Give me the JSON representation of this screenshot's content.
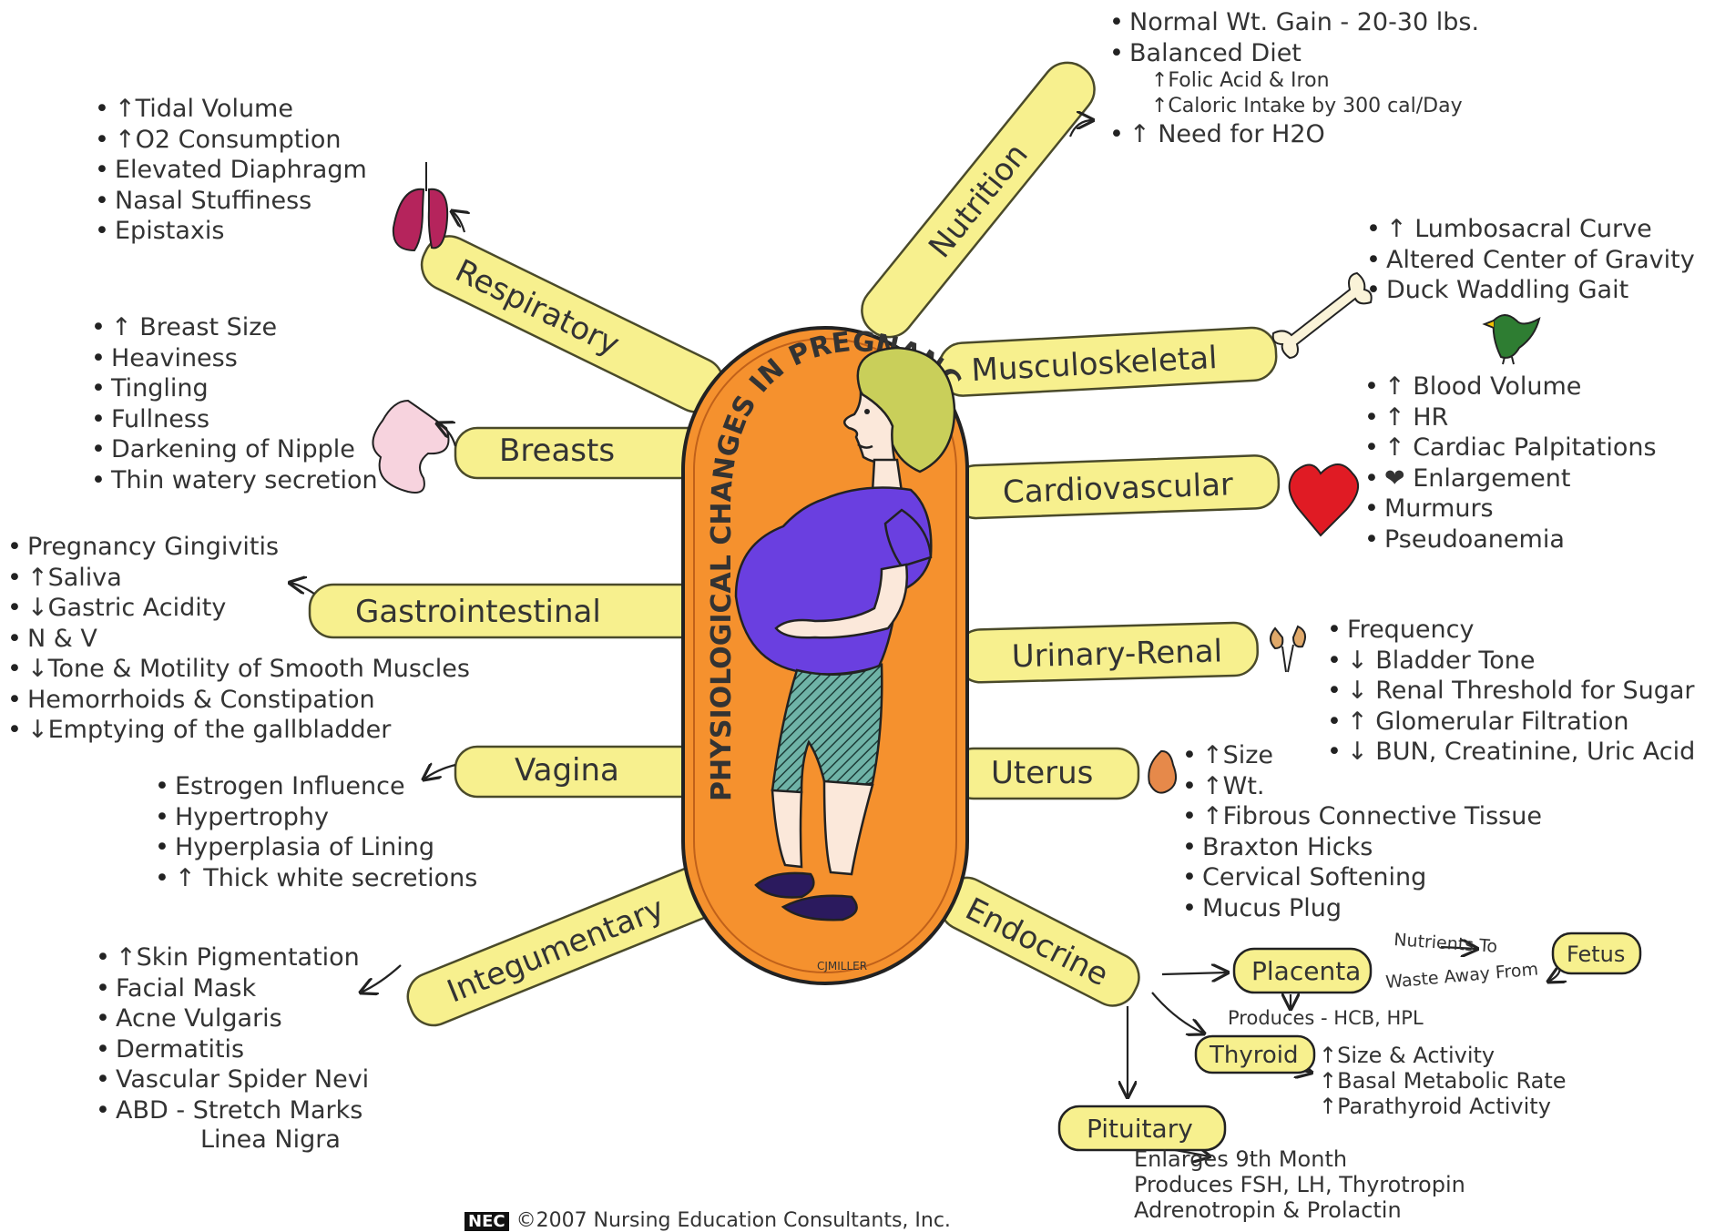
{
  "title": "PHYSIOLOGICAL CHANGES IN PREGNANCY",
  "artist": "CJMILLER",
  "copyright": "©2007 Nursing Education Consultants, Inc.",
  "copyright_logo": "NEC",
  "colors": {
    "bar_fill": "#f7f08e",
    "bar_stroke": "#4a4a2a",
    "capsule_fill": "#f5912e",
    "heart": "#e01b24",
    "lungs": "#b5245c",
    "breast": "#f7d3de",
    "kidney": "#e0a96a",
    "uterus": "#e6894a",
    "bird": "#2e7d32"
  },
  "systems": {
    "respiratory": {
      "label": "Respiratory",
      "icon": "lungs-icon",
      "items": [
        "↑Tidal Volume",
        "↑O2 Consumption",
        "Elevated Diaphragm",
        "Nasal Stuffiness",
        "Epistaxis"
      ]
    },
    "breasts": {
      "label": "Breasts",
      "icon": "breast-icon",
      "items": [
        "↑ Breast Size",
        "Heaviness",
        "Tingling",
        "Fullness",
        "Darkening of Nipple",
        "Thin watery secretion"
      ]
    },
    "gastrointestinal": {
      "label": "Gastrointestinal",
      "items": [
        "Pregnancy Gingivitis",
        "↑Saliva",
        "↓Gastric Acidity",
        "N & V",
        "↓Tone & Motility of Smooth Muscles",
        "Hemorrhoids & Constipation",
        "↓Emptying of the gallbladder"
      ]
    },
    "vagina": {
      "label": "Vagina",
      "items": [
        "Estrogen Influence",
        "Hypertrophy",
        "Hyperplasia of Lining",
        "↑ Thick white secretions"
      ]
    },
    "integumentary": {
      "label": "Integumentary",
      "items": [
        "↑Skin Pigmentation",
        "Facial Mask",
        "Acne Vulgaris",
        "Dermatitis",
        "Vascular Spider Nevi",
        "ABD - Stretch Marks"
      ],
      "extra": "Linea Nigra"
    },
    "nutrition": {
      "label": "Nutrition",
      "items": [
        "Normal Wt. Gain - 20-30 lbs.",
        "Balanced Diet"
      ],
      "sub_items": [
        "↑Folic Acid & Iron",
        "↑Caloric Intake by 300 cal/Day"
      ],
      "last_item": "↑ Need for H2O"
    },
    "musculoskeletal": {
      "label": "Musculoskeletal",
      "icon": "bone-icon",
      "items": [
        "↑ Lumbosacral Curve",
        "Altered Center of Gravity",
        "Duck Waddling Gait"
      ]
    },
    "cardiovascular": {
      "label": "Cardiovascular",
      "icon": "heart-icon",
      "items": [
        "↑ Blood Volume",
        "↑ HR",
        "↑ Cardiac Palpitations",
        "❤ Enlargement",
        "Murmurs",
        "Pseudoanemia"
      ]
    },
    "urinary_renal": {
      "label": "Urinary-Renal",
      "icon": "kidney-icon",
      "items": [
        "Frequency",
        "↓ Bladder Tone",
        "↓ Renal Threshold for Sugar",
        "↑ Glomerular Filtration",
        "↓ BUN, Creatinine, Uric Acid"
      ]
    },
    "uterus": {
      "label": "Uterus",
      "icon": "uterus-icon",
      "items": [
        "↑Size",
        "↑Wt.",
        "↑Fibrous Connective Tissue",
        "Braxton Hicks",
        "Cervical Softening",
        "Mucus Plug"
      ]
    },
    "endocrine": {
      "label": "Endocrine",
      "placenta": {
        "label": "Placenta",
        "nutrients_to": "Nutrients To",
        "waste_away_from": "Waste Away From",
        "fetus": "Fetus",
        "produces": "Produces - HCB, HPL"
      },
      "thyroid": {
        "label": "Thyroid",
        "items": [
          "↑Size & Activity",
          "↑Basal Metabolic Rate",
          "↑Parathyroid Activity"
        ]
      },
      "pituitary": {
        "label": "Pituitary",
        "lines": [
          "Enlarges 9th Month",
          "Produces FSH, LH, Thyrotropin",
          "Adrenotropin & Prolactin"
        ]
      }
    }
  }
}
